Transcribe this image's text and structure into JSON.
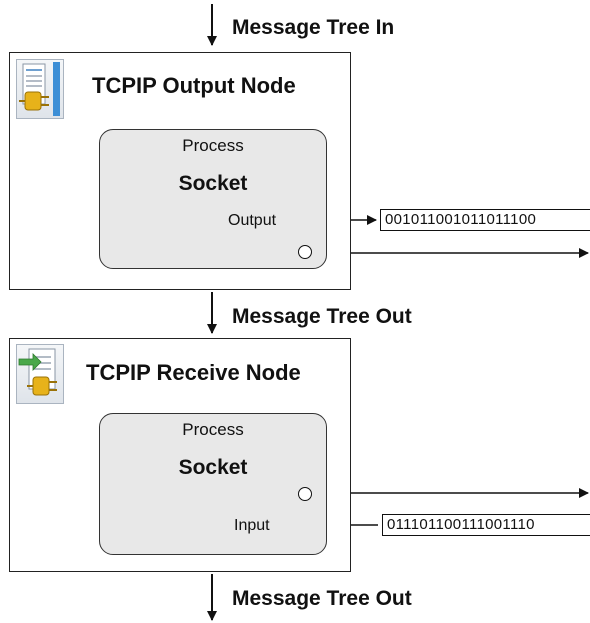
{
  "labels": {
    "msg_tree_in": "Message Tree In",
    "msg_tree_out_1": "Message Tree Out",
    "msg_tree_out_2": "Message Tree Out"
  },
  "output_node": {
    "title": "TCPIP Output Node",
    "process_label": "Process",
    "process_name": "Socket",
    "port_label": "Output",
    "bitstream": "001011001011011100"
  },
  "receive_node": {
    "title": "TCPIP Receive Node",
    "process_label": "Process",
    "process_name": "Socket",
    "port_label": "Input",
    "bitstream": "011101100111001110"
  },
  "icons": {
    "output_node_icon": "server-plug-icon",
    "receive_node_icon": "server-plug-arrow-icon"
  }
}
